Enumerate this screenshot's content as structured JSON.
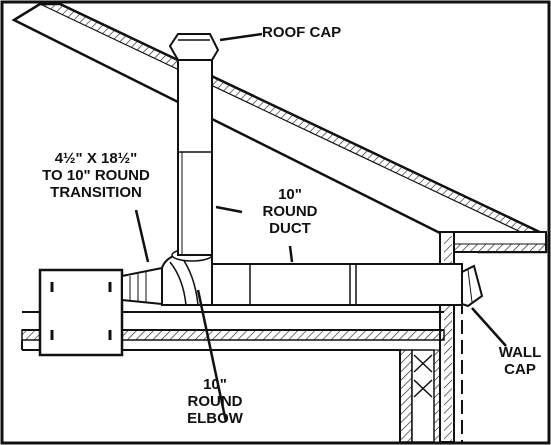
{
  "labels": {
    "roof_cap": "ROOF CAP",
    "transition": [
      "4½\" X 18½\"",
      "TO 10\" ROUND",
      "TRANSITION"
    ],
    "round_duct": [
      "10\"",
      "ROUND",
      "DUCT"
    ],
    "round_elbow": [
      "10\"",
      "ROUND",
      "ELBOW"
    ],
    "wall_cap": [
      "WALL",
      "CAP"
    ]
  }
}
